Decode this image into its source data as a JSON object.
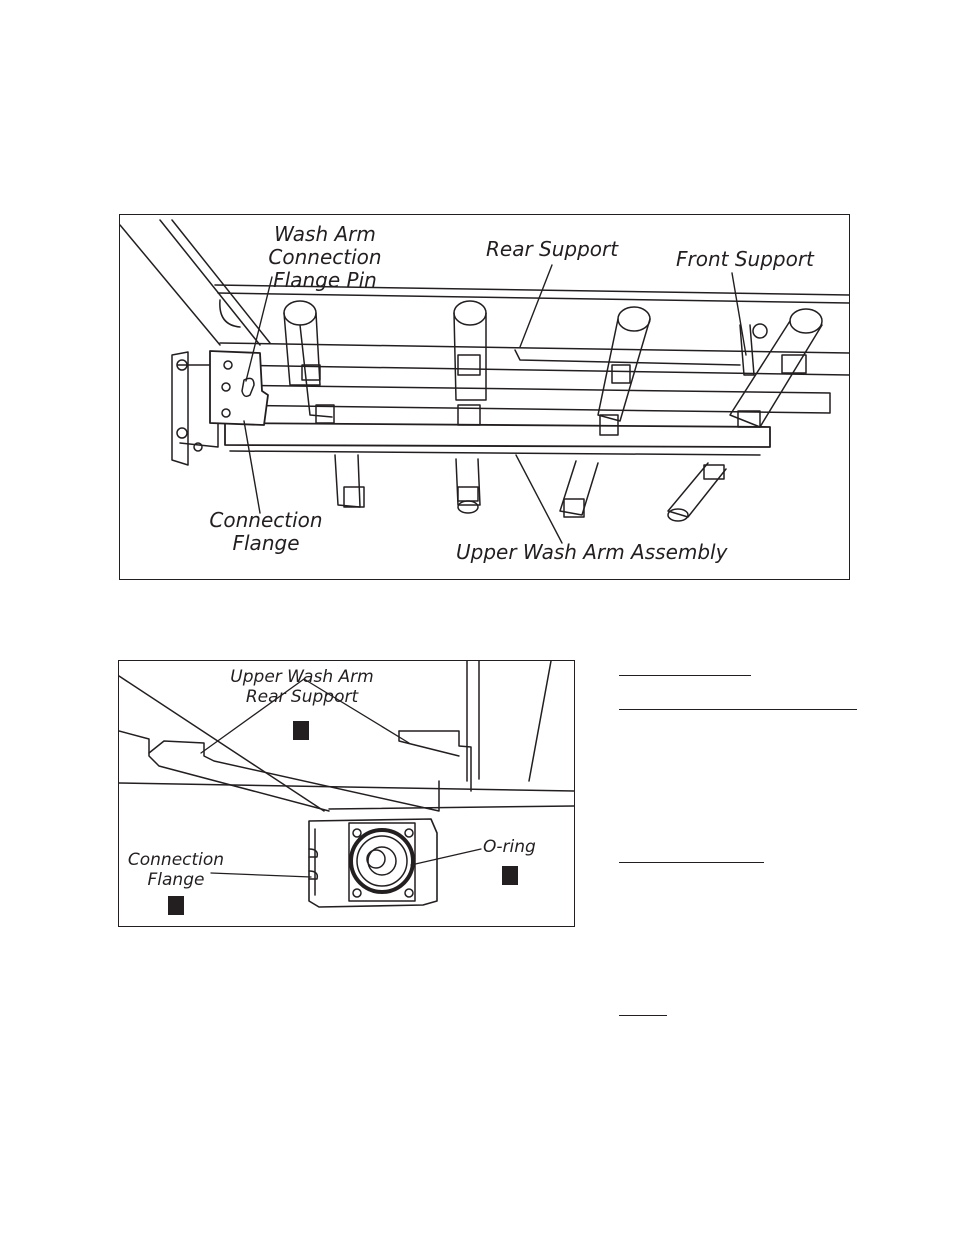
{
  "figure1": {
    "labels": {
      "flange_pin": "Wash Arm Connection\nFlange Pin",
      "rear_support": "Rear Support",
      "front_support": "Front Support",
      "connection_flange": "Connection\nFlange",
      "upper_wash_arm_assembly": "Upper Wash Arm Assembly"
    }
  },
  "figure2": {
    "labels": {
      "upper_wash_arm_rear_support": "Upper Wash Arm\nRear Support",
      "connection_flange": "Connection\nFlange",
      "o_ring": "O-ring"
    }
  }
}
